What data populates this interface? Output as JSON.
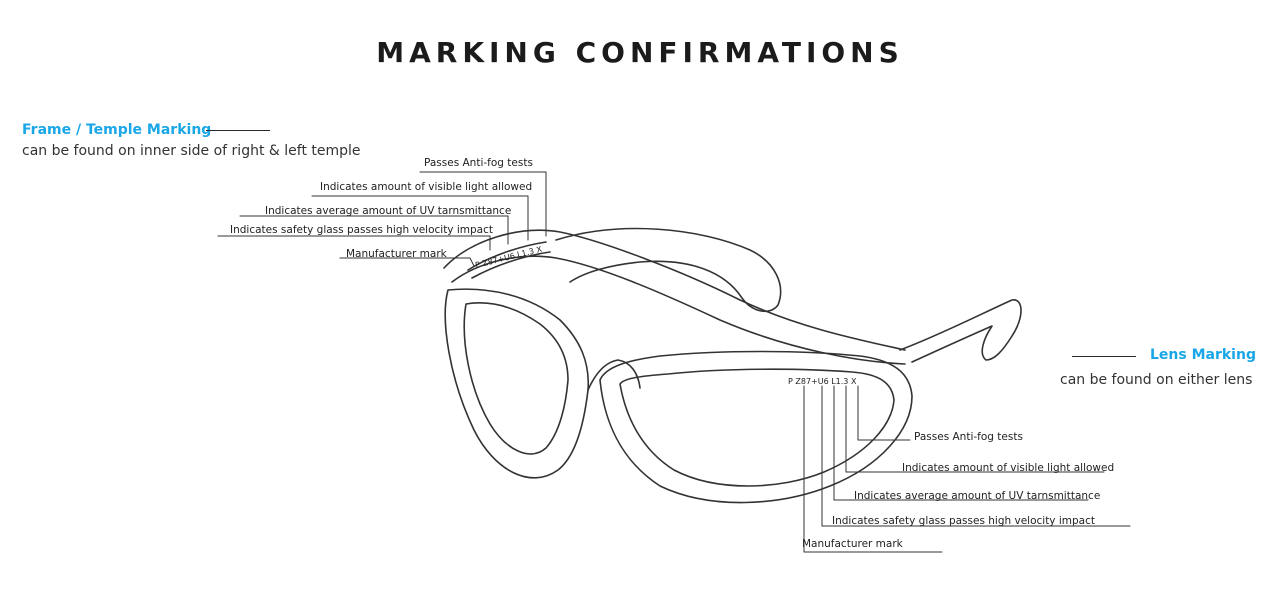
{
  "title": "MARKING CONFIRMATIONS",
  "accent_color": "#1aa7e8",
  "frame": {
    "heading": "Frame / Temple Marking",
    "subtitle": "can be found on inner side of right & left temple",
    "marking_code": "P Z87+U6 L1.3 X",
    "callouts": [
      "Passes Anti-fog tests",
      "Indicates amount of visible light allowed",
      "Indicates average amount of UV tarnsmittance",
      "Indicates safety glass passes high velocity impact",
      "Manufacturer mark"
    ]
  },
  "lens": {
    "heading": "Lens Marking",
    "subtitle": "can be found on either lens",
    "marking_code": "P Z87+U6 L1.3 X",
    "callouts": [
      "Passes Anti-fog tests",
      "Indicates amount of visible light allowed",
      "Indicates average amount of UV tarnsmittance",
      "Indicates safety glass passes high velocity impact",
      "Manufacturer mark"
    ]
  }
}
